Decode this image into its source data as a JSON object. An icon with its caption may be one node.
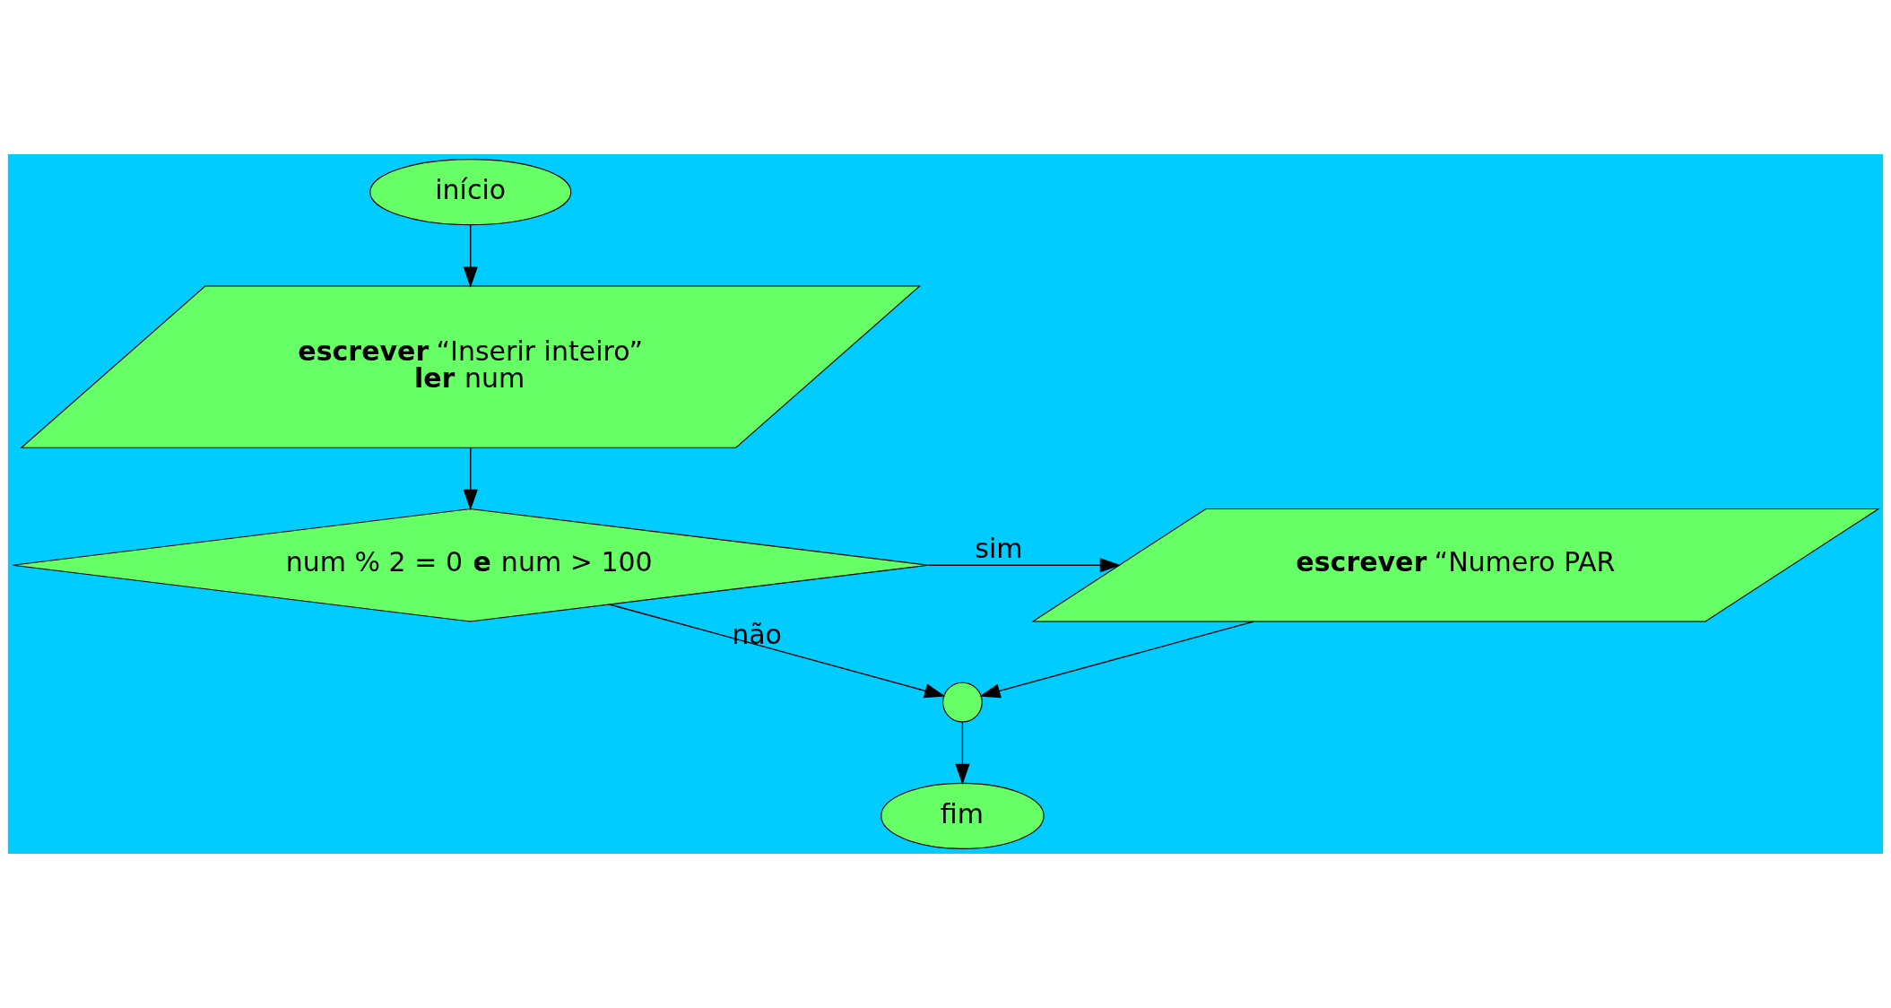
{
  "diagram": {
    "nodes": [
      {
        "text": [
          "início"
        ]
      },
      {
        "text": [
          "**escrever** “Inserir inteiro”",
          "**ler** num"
        ]
      },
      {
        "text": [
          "num % 2 = 0 **e** num > 100"
        ]
      },
      {
        "text": [
          "**escrever** “Numero PAR"
        ]
      },
      {
        "text": [],
        "shape": "circle"
      },
      {
        "text": [
          "fim"
        ]
      }
    ],
    "edges": [
      {
        "from": 0,
        "to": 1,
        "arrow": "to"
      },
      {
        "from": 1,
        "to": 2,
        "arrow": "to"
      },
      {
        "from": 2,
        "to": 3,
        "arrow": "to",
        "label": "sim"
      },
      {
        "from": 2,
        "to": 4,
        "arrow": "to",
        "label": "não"
      },
      {
        "from": 3,
        "to": 4,
        "arrow": "to"
      },
      {
        "from": 4,
        "to": 5,
        "arrow": "to"
      }
    ]
  }
}
